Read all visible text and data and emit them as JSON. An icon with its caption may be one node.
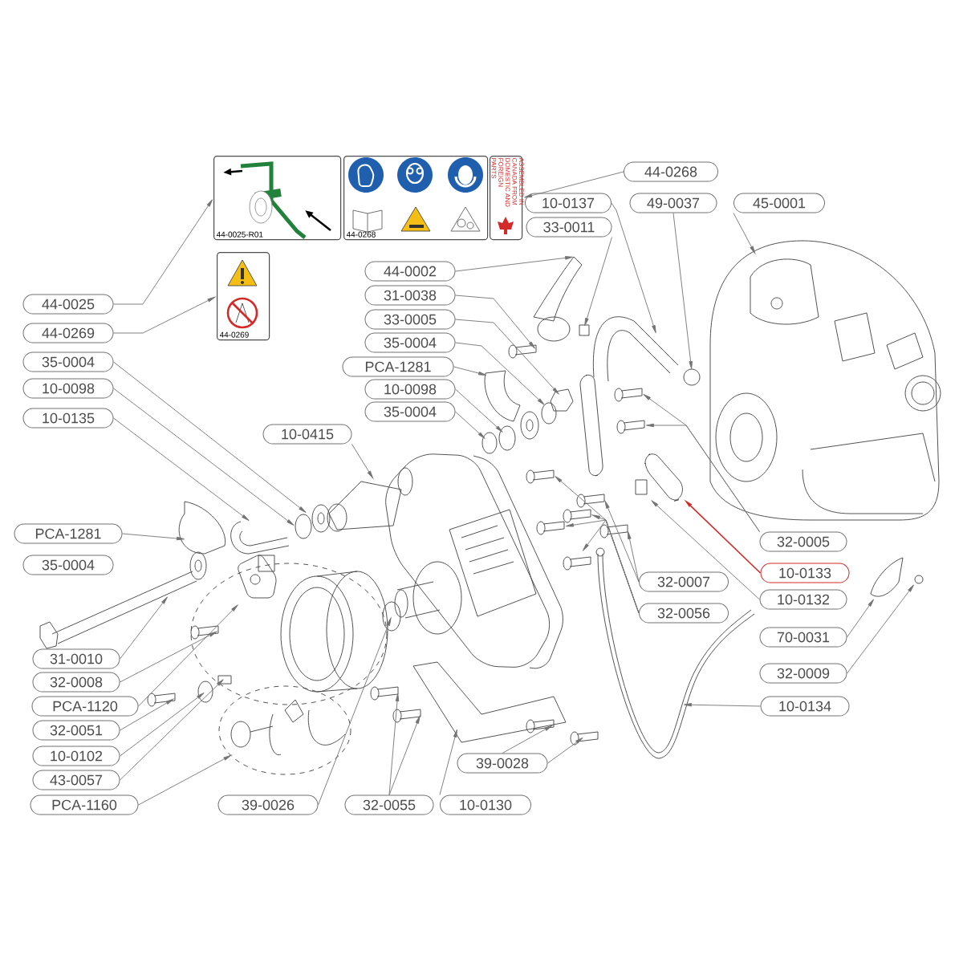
{
  "diagram": {
    "nodes": [
      {
        "text": [
          "44-0025-R01"
        ]
      },
      {
        "text": [
          "44-0268"
        ]
      },
      {
        "text": [
          "ASSEMBLED IN CANADA FROM DOMESTIC AND FOREIGN PARTS"
        ]
      },
      {
        "text": [
          "44-0268"
        ]
      },
      {
        "text": [
          "10-0137"
        ]
      },
      {
        "text": [
          "49-0037"
        ]
      },
      {
        "text": [
          "45-0001"
        ]
      },
      {
        "text": [
          "33-0011"
        ]
      },
      {
        "text": [
          "44-0269"
        ]
      },
      {
        "text": [
          "44-0002"
        ]
      },
      {
        "text": [
          "44-0025"
        ]
      },
      {
        "text": [
          "31-0038"
        ]
      },
      {
        "text": [
          "33-0005"
        ]
      },
      {
        "text": [
          "44-0269"
        ]
      },
      {
        "text": [
          "35-0004"
        ]
      },
      {
        "text": [
          "35-0004"
        ]
      },
      {
        "text": [
          "PCA-1281"
        ]
      },
      {
        "text": [
          "10-0098"
        ]
      },
      {
        "text": [
          "10-0098"
        ]
      },
      {
        "text": [
          "35-0004"
        ]
      },
      {
        "text": [
          "10-0135"
        ]
      },
      {
        "text": [
          "10-0415"
        ]
      },
      {
        "text": [
          "PCA-1281"
        ]
      },
      {
        "text": [
          "32-0005"
        ]
      },
      {
        "text": [
          "35-0004"
        ]
      },
      {
        "text": [
          "10-0133"
        ]
      },
      {
        "text": [
          "32-0007"
        ]
      },
      {
        "text": [
          "10-0132"
        ]
      },
      {
        "text": [
          "32-0056"
        ]
      },
      {
        "text": [
          "70-0031"
        ]
      },
      {
        "text": [
          "31-0010"
        ]
      },
      {
        "text": [
          "32-0009"
        ]
      },
      {
        "text": [
          "32-0008"
        ]
      },
      {
        "text": [
          "PCA-1120"
        ]
      },
      {
        "text": [
          "10-0134"
        ]
      },
      {
        "text": [
          "32-0051"
        ]
      },
      {
        "text": [
          "10-0102"
        ]
      },
      {
        "text": [
          "39-0028"
        ]
      },
      {
        "text": [
          "43-0057"
        ]
      },
      {
        "text": [
          "PCA-1160"
        ]
      },
      {
        "text": [
          "39-0026"
        ]
      },
      {
        "text": [
          "32-0055"
        ]
      },
      {
        "text": [
          "10-0130"
        ]
      }
    ],
    "edges": [
      {
        "from": 10,
        "to": 0,
        "arrow": "to"
      },
      {
        "from": 13,
        "to": 8,
        "arrow": "to"
      },
      {
        "from": 3,
        "to": 2,
        "arrow": "to"
      },
      {
        "from": 4,
        "to": null,
        "arrow": "to"
      },
      {
        "from": 5,
        "to": null,
        "arrow": "to"
      },
      {
        "from": 6,
        "to": null,
        "arrow": "to"
      },
      {
        "from": 7,
        "to": null,
        "arrow": "to"
      },
      {
        "from": 9,
        "to": null,
        "arrow": "to"
      },
      {
        "from": 11,
        "to": null,
        "arrow": "to"
      },
      {
        "from": 12,
        "to": null,
        "arrow": "to"
      },
      {
        "from": 14,
        "to": null,
        "arrow": "to"
      },
      {
        "from": 15,
        "to": null,
        "arrow": "to"
      },
      {
        "from": 16,
        "to": null,
        "arrow": "to"
      },
      {
        "from": 17,
        "to": null,
        "arrow": "to"
      },
      {
        "from": 18,
        "to": null,
        "arrow": "to"
      },
      {
        "from": 19,
        "to": null,
        "arrow": "to"
      },
      {
        "from": 20,
        "to": null,
        "arrow": "to"
      },
      {
        "from": 21,
        "to": null,
        "arrow": "to"
      },
      {
        "from": 22,
        "to": null,
        "arrow": "to"
      },
      {
        "from": 23,
        "to": null,
        "arrow": "to"
      },
      {
        "from": 23,
        "to": null,
        "arrow": "to"
      },
      {
        "from": 25,
        "to": null,
        "arrow": "to",
        "color": "#d42a2a"
      },
      {
        "from": 27,
        "to": null,
        "arrow": "to"
      },
      {
        "from": 26,
        "to": null,
        "arrow": "to"
      },
      {
        "from": 26,
        "to": null,
        "arrow": "to"
      },
      {
        "from": 28,
        "to": null,
        "arrow": "to"
      },
      {
        "from": 28,
        "to": null,
        "arrow": "to"
      },
      {
        "from": 28,
        "to": null,
        "arrow": "to"
      },
      {
        "from": 28,
        "to": null,
        "arrow": "to"
      },
      {
        "from": 29,
        "to": null,
        "arrow": "to"
      },
      {
        "from": 31,
        "to": null,
        "arrow": "to"
      },
      {
        "from": 34,
        "to": null,
        "arrow": "to"
      },
      {
        "from": 30,
        "to": null,
        "arrow": "to"
      },
      {
        "from": 32,
        "to": null,
        "arrow": "to"
      },
      {
        "from": 33,
        "to": null,
        "arrow": "to"
      },
      {
        "from": 35,
        "to": null,
        "arrow": "to"
      },
      {
        "from": 36,
        "to": null,
        "arrow": "to"
      },
      {
        "from": 38,
        "to": null,
        "arrow": "to"
      },
      {
        "from": 39,
        "to": null,
        "arrow": "to"
      },
      {
        "from": 37,
        "to": null,
        "arrow": "to"
      },
      {
        "from": 37,
        "to": null,
        "arrow": "to"
      },
      {
        "from": 40,
        "to": null,
        "arrow": "to"
      },
      {
        "from": 41,
        "to": null,
        "arrow": "to"
      },
      {
        "from": 41,
        "to": null,
        "arrow": "to"
      },
      {
        "from": 42,
        "to": null,
        "arrow": "to"
      }
    ]
  }
}
